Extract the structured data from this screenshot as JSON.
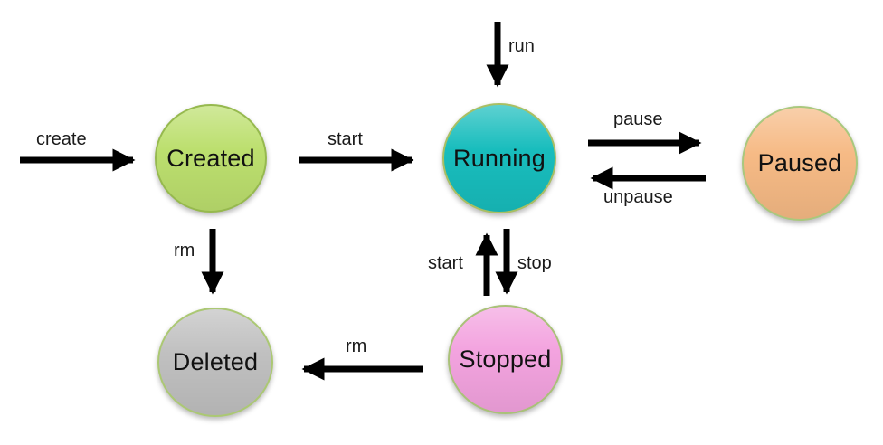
{
  "diagram": {
    "title": "container-state-diagram",
    "background": "#ffffff",
    "arrow_color": "#000000",
    "text_color": "#1a1a1a",
    "nodes": [
      {
        "id": "created",
        "label": "Created",
        "fill": "#bcdf6e",
        "border": "#96b94e"
      },
      {
        "id": "running",
        "label": "Running",
        "fill": "#18bdbd",
        "border": "#a9bf63"
      },
      {
        "id": "paused",
        "label": "Paused",
        "fill": "#f6ba85",
        "border": "#a9c87d"
      },
      {
        "id": "stopped",
        "label": "Stopped",
        "fill": "#f3a3df",
        "border": "#a9c178"
      },
      {
        "id": "deleted",
        "label": "Deleted",
        "fill": "#c0c0c0",
        "border": "#abc873"
      }
    ],
    "edges": [
      {
        "id": "create",
        "label": "create",
        "from": "(start)",
        "to": "created"
      },
      {
        "id": "start-top",
        "label": "start",
        "from": "created",
        "to": "running"
      },
      {
        "id": "run",
        "label": "run",
        "from": "(start)",
        "to": "running"
      },
      {
        "id": "pause",
        "label": "pause",
        "from": "running",
        "to": "paused"
      },
      {
        "id": "unpause",
        "label": "unpause",
        "from": "paused",
        "to": "running"
      },
      {
        "id": "rm-left",
        "label": "rm",
        "from": "created",
        "to": "deleted"
      },
      {
        "id": "start-up",
        "label": "start",
        "from": "stopped",
        "to": "running"
      },
      {
        "id": "stop",
        "label": "stop",
        "from": "running",
        "to": "stopped"
      },
      {
        "id": "rm-bottom",
        "label": "rm",
        "from": "stopped",
        "to": "deleted"
      }
    ]
  }
}
